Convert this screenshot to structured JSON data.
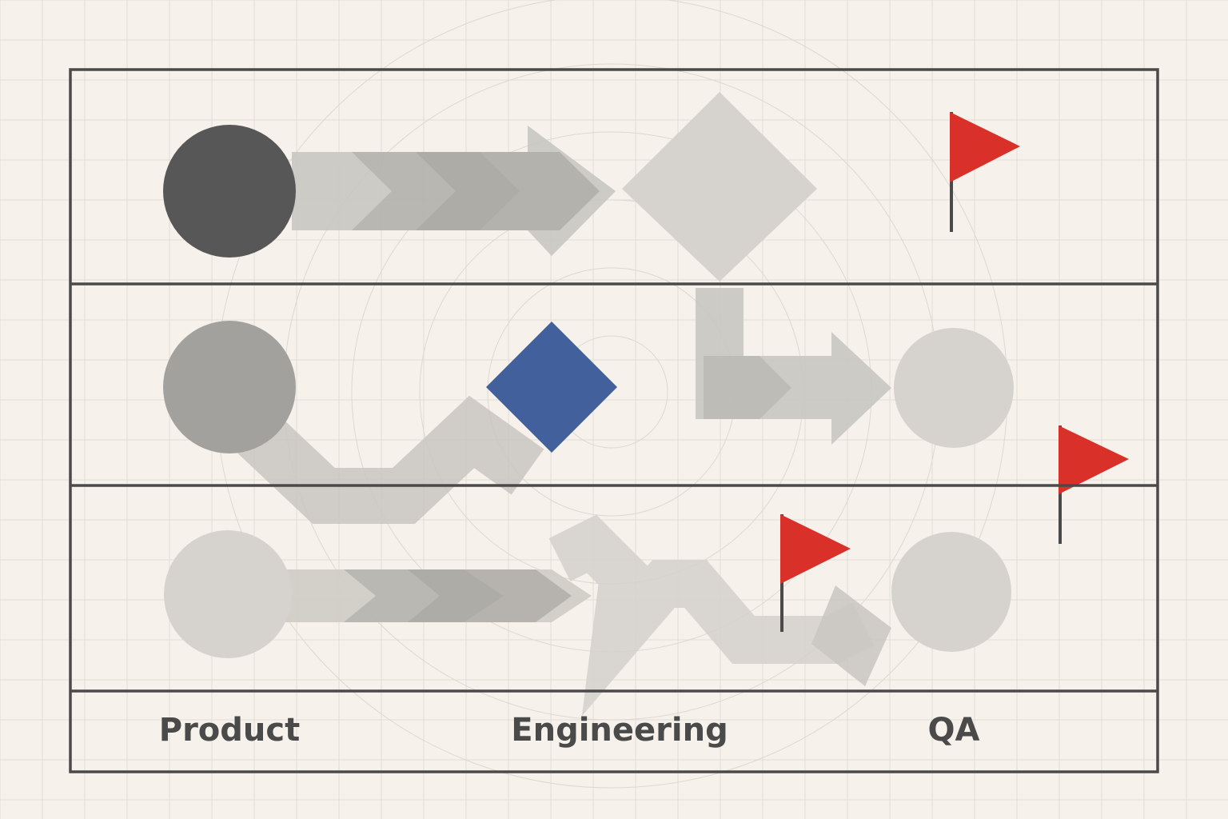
{
  "lanes": [
    {
      "label": "Product"
    },
    {
      "label": "Engineering"
    },
    {
      "label": "QA"
    }
  ],
  "colors": {
    "background": "#f6f1ea",
    "frame": "#4a4a4a",
    "start_node": "#575757",
    "decision_highlight": "#41609c",
    "flag": "#d9302a",
    "muted_shape": "#d6d3ce",
    "mid_shape": "#a3a19e"
  },
  "icons": [
    "flag-icon",
    "diamond-decision",
    "circle-node",
    "chevron-arrow"
  ]
}
